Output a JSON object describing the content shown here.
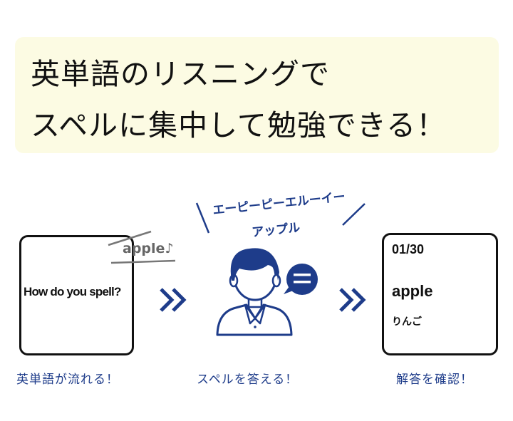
{
  "banner": {
    "line1": "英単語のリスニングで",
    "line2": "スペルに集中して勉強できる！"
  },
  "step1": {
    "question": "How do you spell?",
    "audio_word": "apple♪",
    "caption": "英単語が流れる！"
  },
  "step2": {
    "spelling_letters": "エーピーピーエルーイー",
    "spelling_reading": "アップル",
    "caption": "スペルを答える！"
  },
  "step3": {
    "counter": "01/30",
    "word": "apple",
    "meaning": "りんご",
    "caption": "解答を確認！"
  },
  "colors": {
    "navy": "#1e3c8a",
    "banner_bg": "#fcfbe3"
  },
  "icons": [
    "sound-line-icon",
    "chevron-double-right-icon",
    "person-icon",
    "speech-bubble-icon"
  ]
}
